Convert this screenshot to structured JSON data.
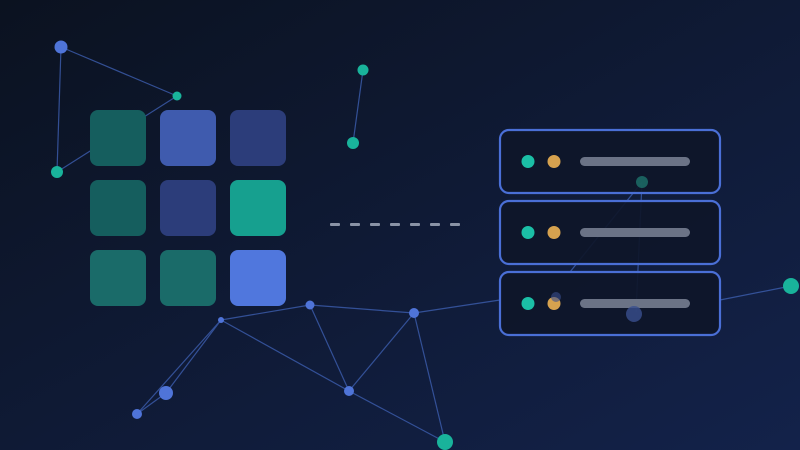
{
  "palette": {
    "background_top": "#0b1220",
    "background_bottom": "#13224a",
    "teal_dark": "#155e5e",
    "teal_bright": "#16a08f",
    "blue_mid": "#3f5bae",
    "blue_dark": "#2c3d7a",
    "blue_bright": "#5077dd",
    "network_line": "#3a5aa8",
    "network_node_blue": "#4f74d8",
    "network_node_teal": "#19b39b",
    "server_border": "#4a6fd6",
    "server_fill": "#0e1629",
    "status_teal": "#1bbfa6",
    "status_amber": "#d6a24f",
    "server_bar": "#6b7386",
    "dash": "#8a93a6"
  },
  "grid": {
    "tiles": [
      {
        "row": 0,
        "col": 0,
        "color": "#155e5e"
      },
      {
        "row": 0,
        "col": 1,
        "color": "#3f5bae"
      },
      {
        "row": 0,
        "col": 2,
        "color": "#2c3d7a"
      },
      {
        "row": 1,
        "col": 0,
        "color": "#155e5e"
      },
      {
        "row": 1,
        "col": 1,
        "color": "#2c3d7a"
      },
      {
        "row": 1,
        "col": 2,
        "color": "#16a08f"
      },
      {
        "row": 2,
        "col": 0,
        "color": "#1a6b69"
      },
      {
        "row": 2,
        "col": 1,
        "color": "#1a6b69"
      },
      {
        "row": 2,
        "col": 2,
        "color": "#5077dd"
      }
    ]
  },
  "servers": {
    "units": [
      {
        "name": "server-unit-1",
        "lights": [
          "#1bbfa6",
          "#d6a24f"
        ]
      },
      {
        "name": "server-unit-2",
        "lights": [
          "#1bbfa6",
          "#d6a24f"
        ]
      },
      {
        "name": "server-unit-3",
        "lights": [
          "#1bbfa6",
          "#d6a24f"
        ]
      }
    ]
  },
  "icons": {
    "grid": "tile-grid-icon",
    "connector": "dashed-connector-icon",
    "server": "server-rack-icon",
    "network": "network-graph-icon"
  }
}
